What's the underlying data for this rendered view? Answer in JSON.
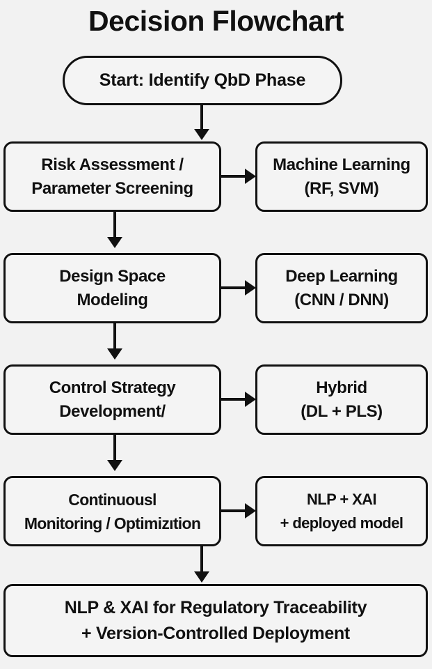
{
  "title": "Decision Flowchart",
  "background_color": "#f2f2f2",
  "node_fill_color": "#f4f4f4",
  "stroke_color": "#111111",
  "start_node": {
    "label": "Start: Identify QbD Phase",
    "shape": "pill"
  },
  "rows": [
    {
      "process": {
        "line1": "Risk Assessment /",
        "line2": "Parameter Screening"
      },
      "method": {
        "line1": "Machine Learning",
        "line2": "(RF, SVM)"
      }
    },
    {
      "process": {
        "line1": "Design Space",
        "line2": "Modeling"
      },
      "method": {
        "line1": "Deep Learning",
        "line2": "(CNN / DNN)"
      }
    },
    {
      "process": {
        "line1": "Control Strategy",
        "line2": "Development/"
      },
      "method": {
        "line1": "Hybrid",
        "line2": "(DL + PLS)"
      }
    },
    {
      "process": {
        "line1": "Continuousl",
        "line2": "Monitoring / Optimizıtion"
      },
      "method": {
        "line1": "NLP + XAI",
        "line2": "+ deployed model"
      }
    }
  ],
  "bottom_node": {
    "line1": "NLP & XAI for Regulatory Traceability",
    "line2": "+ Version-Controlled Deployment"
  },
  "connectors": {
    "start_to_row1": "arrow-down",
    "row1_to_row2": "arrow-down",
    "row2_to_row3": "arrow-down",
    "row3_to_row4": "arrow-down",
    "row4_to_bottom": "arrow-down",
    "process_to_method": "arrow-right"
  }
}
